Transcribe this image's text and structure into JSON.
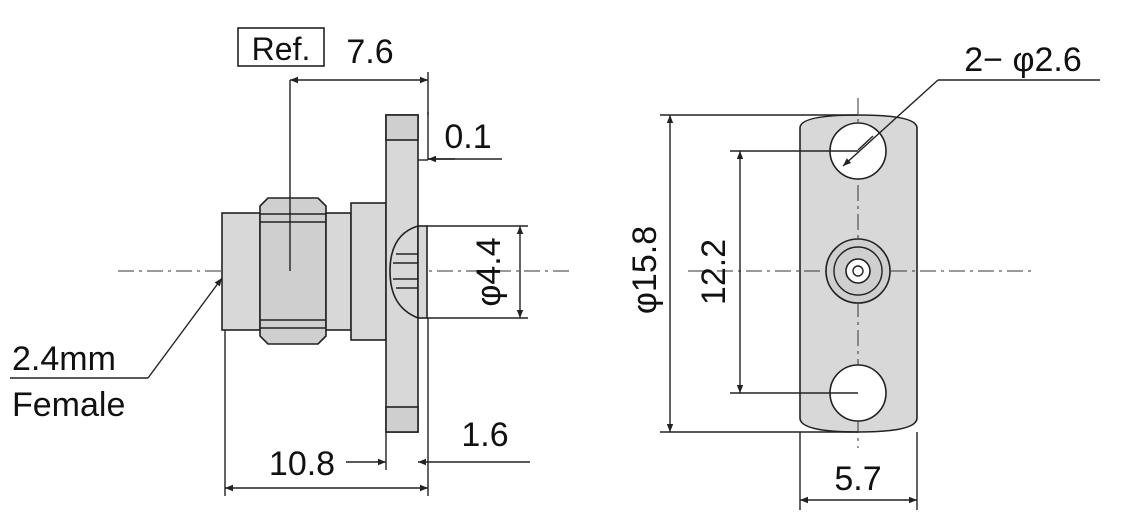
{
  "side_view": {
    "ref_box": "Ref.",
    "dim_top": "7.6",
    "dim_gap": "0.1",
    "dim_bore": "φ4.4",
    "connector_line1": "2.4mm",
    "connector_line2": "Female",
    "dim_length": "10.8",
    "dim_flange": "1.6"
  },
  "front_view": {
    "dim_holes": "2− φ2.6",
    "dim_height": "φ15.8",
    "dim_spacing": "12.2",
    "dim_width": "5.7"
  },
  "colors": {
    "line": "#222222",
    "metal": "#d8d8d8",
    "background": "#ffffff"
  }
}
